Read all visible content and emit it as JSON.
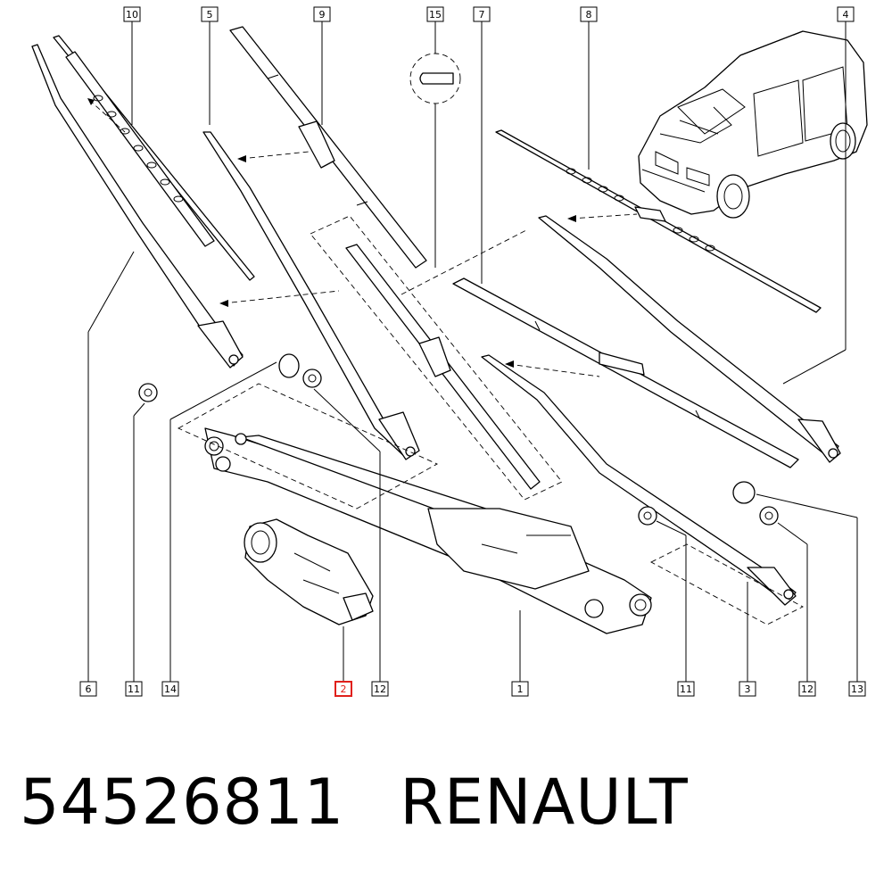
{
  "diagram": {
    "callouts": [
      {
        "id": "c10",
        "label": "10"
      },
      {
        "id": "c5",
        "label": "5"
      },
      {
        "id": "c9",
        "label": "9"
      },
      {
        "id": "c15",
        "label": "15"
      },
      {
        "id": "c7",
        "label": "7"
      },
      {
        "id": "c8",
        "label": "8"
      },
      {
        "id": "c4",
        "label": "4"
      },
      {
        "id": "c6",
        "label": "6"
      },
      {
        "id": "c11a",
        "label": "11"
      },
      {
        "id": "c14",
        "label": "14"
      },
      {
        "id": "c2",
        "label": "2",
        "highlighted": true
      },
      {
        "id": "c12a",
        "label": "12"
      },
      {
        "id": "c1",
        "label": "1"
      },
      {
        "id": "c11b",
        "label": "11"
      },
      {
        "id": "c3",
        "label": "3"
      },
      {
        "id": "c12b",
        "label": "12"
      },
      {
        "id": "c13",
        "label": "13"
      }
    ],
    "highlight_color": "#e0201b"
  },
  "caption": {
    "part_number": "54526811",
    "brand": "RENAULT"
  }
}
